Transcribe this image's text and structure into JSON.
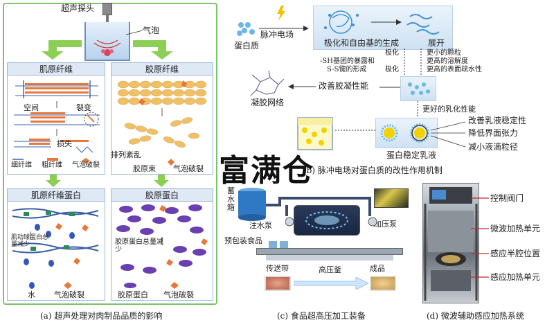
{
  "panel_a": {
    "probe_label": "超声探头",
    "bubble_label": "气泡",
    "myofibril_label": "肌原纤维",
    "collagen_label": "胶原纤维",
    "gap_label": "空间",
    "fission_label": "裂变",
    "loss_label": "损失",
    "thin_fiber_label": "细纤维",
    "thick_fiber_label": "粗纤维",
    "bubble_burst_label": "气泡破裂",
    "disorder_label": "排列紊乱",
    "collagen_bundle_label": "胶原束",
    "bubble_burst_label2": "气泡破裂",
    "myo_protein_label": "肌原纤维蛋白",
    "collagen_protein_label": "胶原蛋白",
    "myo_total_decrease_label": "肌动球蛋白总量减少",
    "collagen_total_decrease_label": "胶原蛋白总量减少",
    "water_label": "水",
    "bubble_burst_label3": "气泡破裂",
    "collagen_protein_legend": "胶原蛋白",
    "bubble_burst_label4": "气泡破裂",
    "caption": "(a) 超声处理对肉制品品质的影响"
  },
  "panel_b": {
    "protein_label": "蛋白质",
    "pulse_label": "脉冲电场",
    "polarize_label": "极化和自由基的生成",
    "unfold_label": "展开",
    "sh_label_1": "-SH基团的暴露和",
    "sh_label_2": "S-S键的形成",
    "polar_label": "极化",
    "smaller_label": "更小的颗粒",
    "solubility_label": "更高的溶解度",
    "hydrophobic_label": "更高的表面疏水性",
    "gel_improve_label": "改善胶凝性能",
    "gel_network_label": "凝胶网络",
    "emulsify_label": "更好的乳化性能",
    "stability_label": "改善乳液稳定性",
    "tension_label": "降低界面张力",
    "droplet_label": "减小液滴粒径",
    "emulsion_label": "蛋白稳定乳液",
    "caption": "(b) 脉冲电场对蛋白质的改性作用机制"
  },
  "watermark": "富满仓",
  "panel_c": {
    "tank_label": "蓄水箱",
    "pump_label": "注水泵",
    "press_pump_label": "加压泵",
    "package_label": "预包装食品",
    "belt_label": "传送带",
    "vessel_label": "高压釜",
    "product_label": "成品",
    "caption": "(c) 食品超高压加工装备"
  },
  "panel_d": {
    "valve_label": "控制阀门",
    "microwave_label": "微波加热单元",
    "cavity_label": "感应半腔位置",
    "induction_label": "感应加热单元",
    "caption": "(d) 微波辅助感应加热系统"
  },
  "colors": {
    "frame_green": "#7cc36a",
    "box_blue": "#9cb7d6",
    "header_fill": "#dfe9f5",
    "fiber_orange": "#e8773a",
    "collagen_yellow": "#f0c069",
    "protein_purple": "#6a3fb0",
    "water_blue": "#3557b8",
    "arrow_green": "#8ccf55"
  }
}
